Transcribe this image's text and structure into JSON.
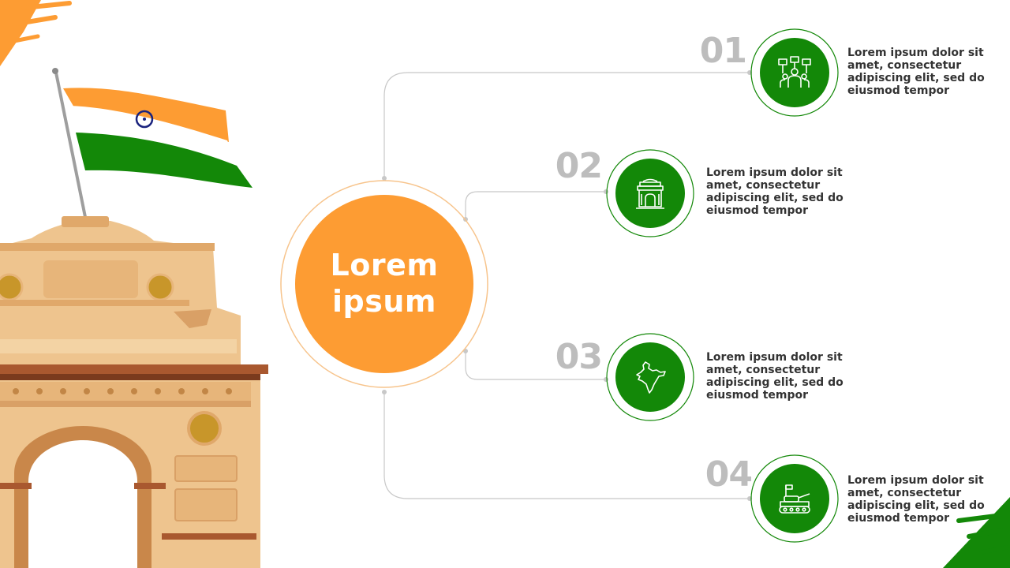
{
  "center": {
    "line1": "Lorem",
    "line2": "ipsum"
  },
  "colors": {
    "orange": "#FD9C33",
    "green": "#138808",
    "number_gray": "#BDBDBD",
    "connector_gray": "#C8C8C8",
    "text_dark": "#333333"
  },
  "steps": [
    {
      "number": "01",
      "icon": "protest-people-icon",
      "text": "Lorem ipsum dolor sit amet, consectetur adipiscing elit, sed do eiusmod tempor"
    },
    {
      "number": "02",
      "icon": "india-gate-icon",
      "text": "Lorem ipsum dolor sit amet, consectetur adipiscing elit, sed do eiusmod tempor"
    },
    {
      "number": "03",
      "icon": "india-map-icon",
      "text": "Lorem ipsum dolor sit amet, consectetur adipiscing elit, sed do eiusmod tempor"
    },
    {
      "number": "04",
      "icon": "tank-icon",
      "text": "Lorem ipsum dolor sit amet, consectetur adipiscing elit, sed do eiusmod tempor"
    }
  ],
  "illustration": {
    "flag": "indian-flag-icon",
    "monument": "india-gate-illustration"
  }
}
